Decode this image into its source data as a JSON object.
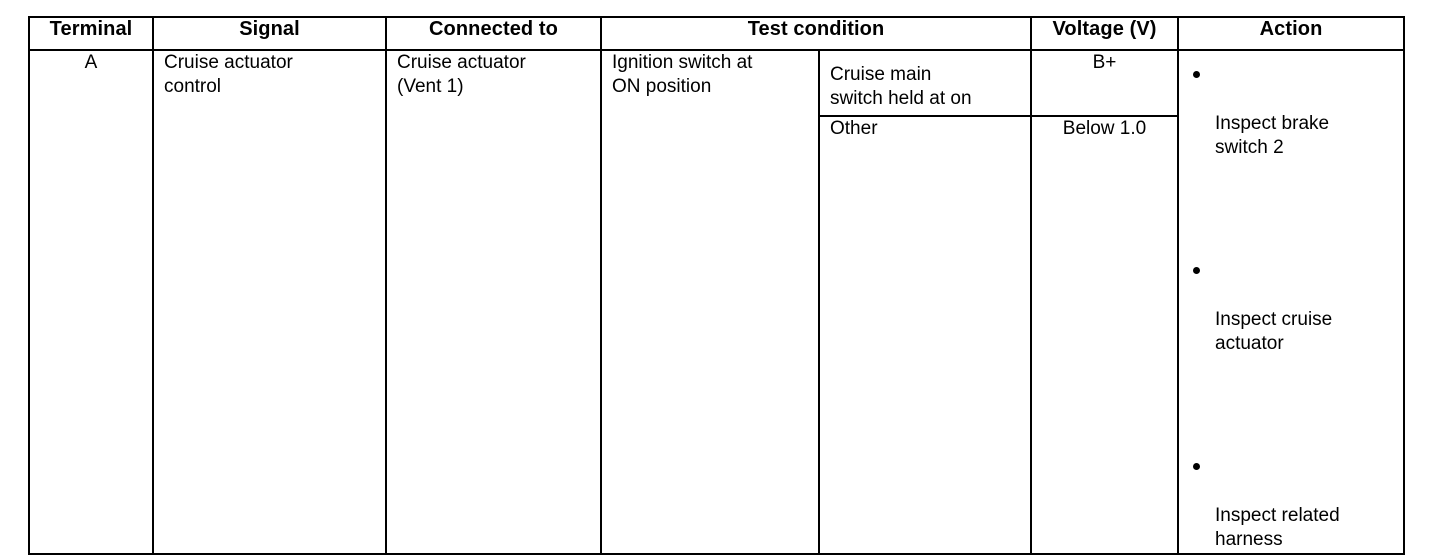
{
  "table": {
    "headers": [
      {
        "label": "Terminal"
      },
      {
        "label": "Signal"
      },
      {
        "label": "Connected to"
      },
      {
        "label": "Test condition"
      },
      {
        "label": "Voltage (V)"
      },
      {
        "label": "Action"
      }
    ],
    "row": {
      "terminal": "A",
      "signal": "Cruise actuator\ncontrol",
      "connected_to": "Cruise actuator\n(Vent 1)",
      "test_condition": "Ignition switch at\nON position",
      "sub_conditions": [
        {
          "condition": "Cruise main\nswitch held at on",
          "voltage": "B+"
        },
        {
          "condition": "Other",
          "voltage": "Below 1.0"
        }
      ],
      "actions": [
        "Inspect brake\nswitch 2",
        "Inspect cruise\nactuator",
        "Inspect related\nharness"
      ]
    }
  },
  "colors": {
    "border": "#000000",
    "text": "#000000",
    "background": "#ffffff"
  }
}
